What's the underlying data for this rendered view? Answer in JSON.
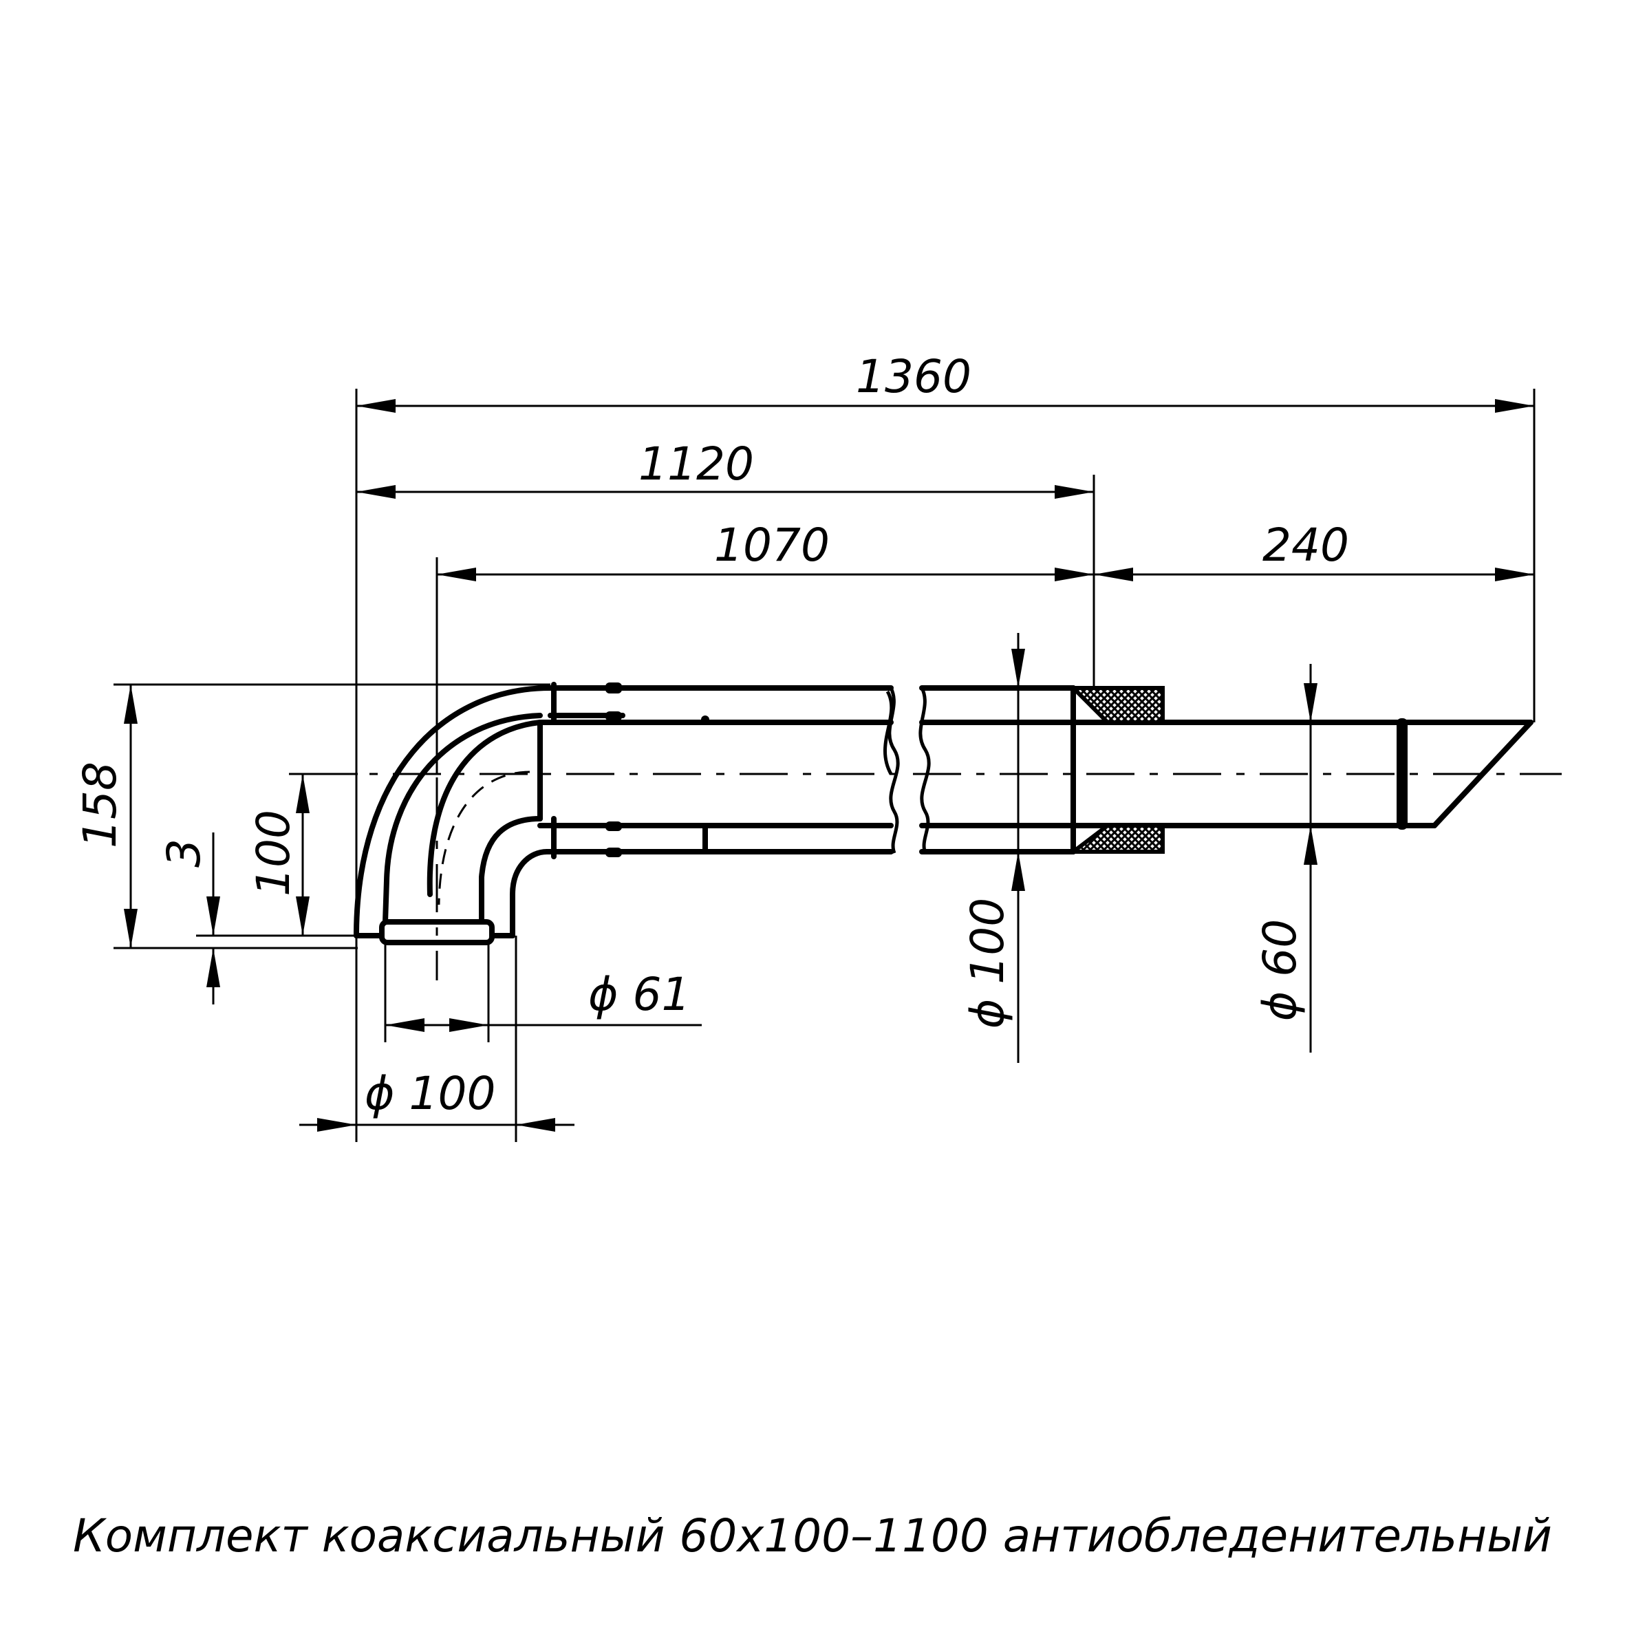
{
  "dimensions": {
    "overall_length": "1360",
    "length_to_flange": "1120",
    "pipe_length": "1070",
    "outer_extension": "240",
    "height": "158",
    "offset": "3",
    "center_height": "100",
    "outlet_inner_diameter": "ϕ 61",
    "outlet_outer_diameter": "ϕ 100",
    "outer_pipe_diameter": "ϕ 100",
    "inner_pipe_diameter": "ϕ 60"
  },
  "caption": "Комплект коаксиальный 60х100–1100 антиобледенительный",
  "colors": {
    "line": "#000000",
    "background": "#ffffff"
  }
}
